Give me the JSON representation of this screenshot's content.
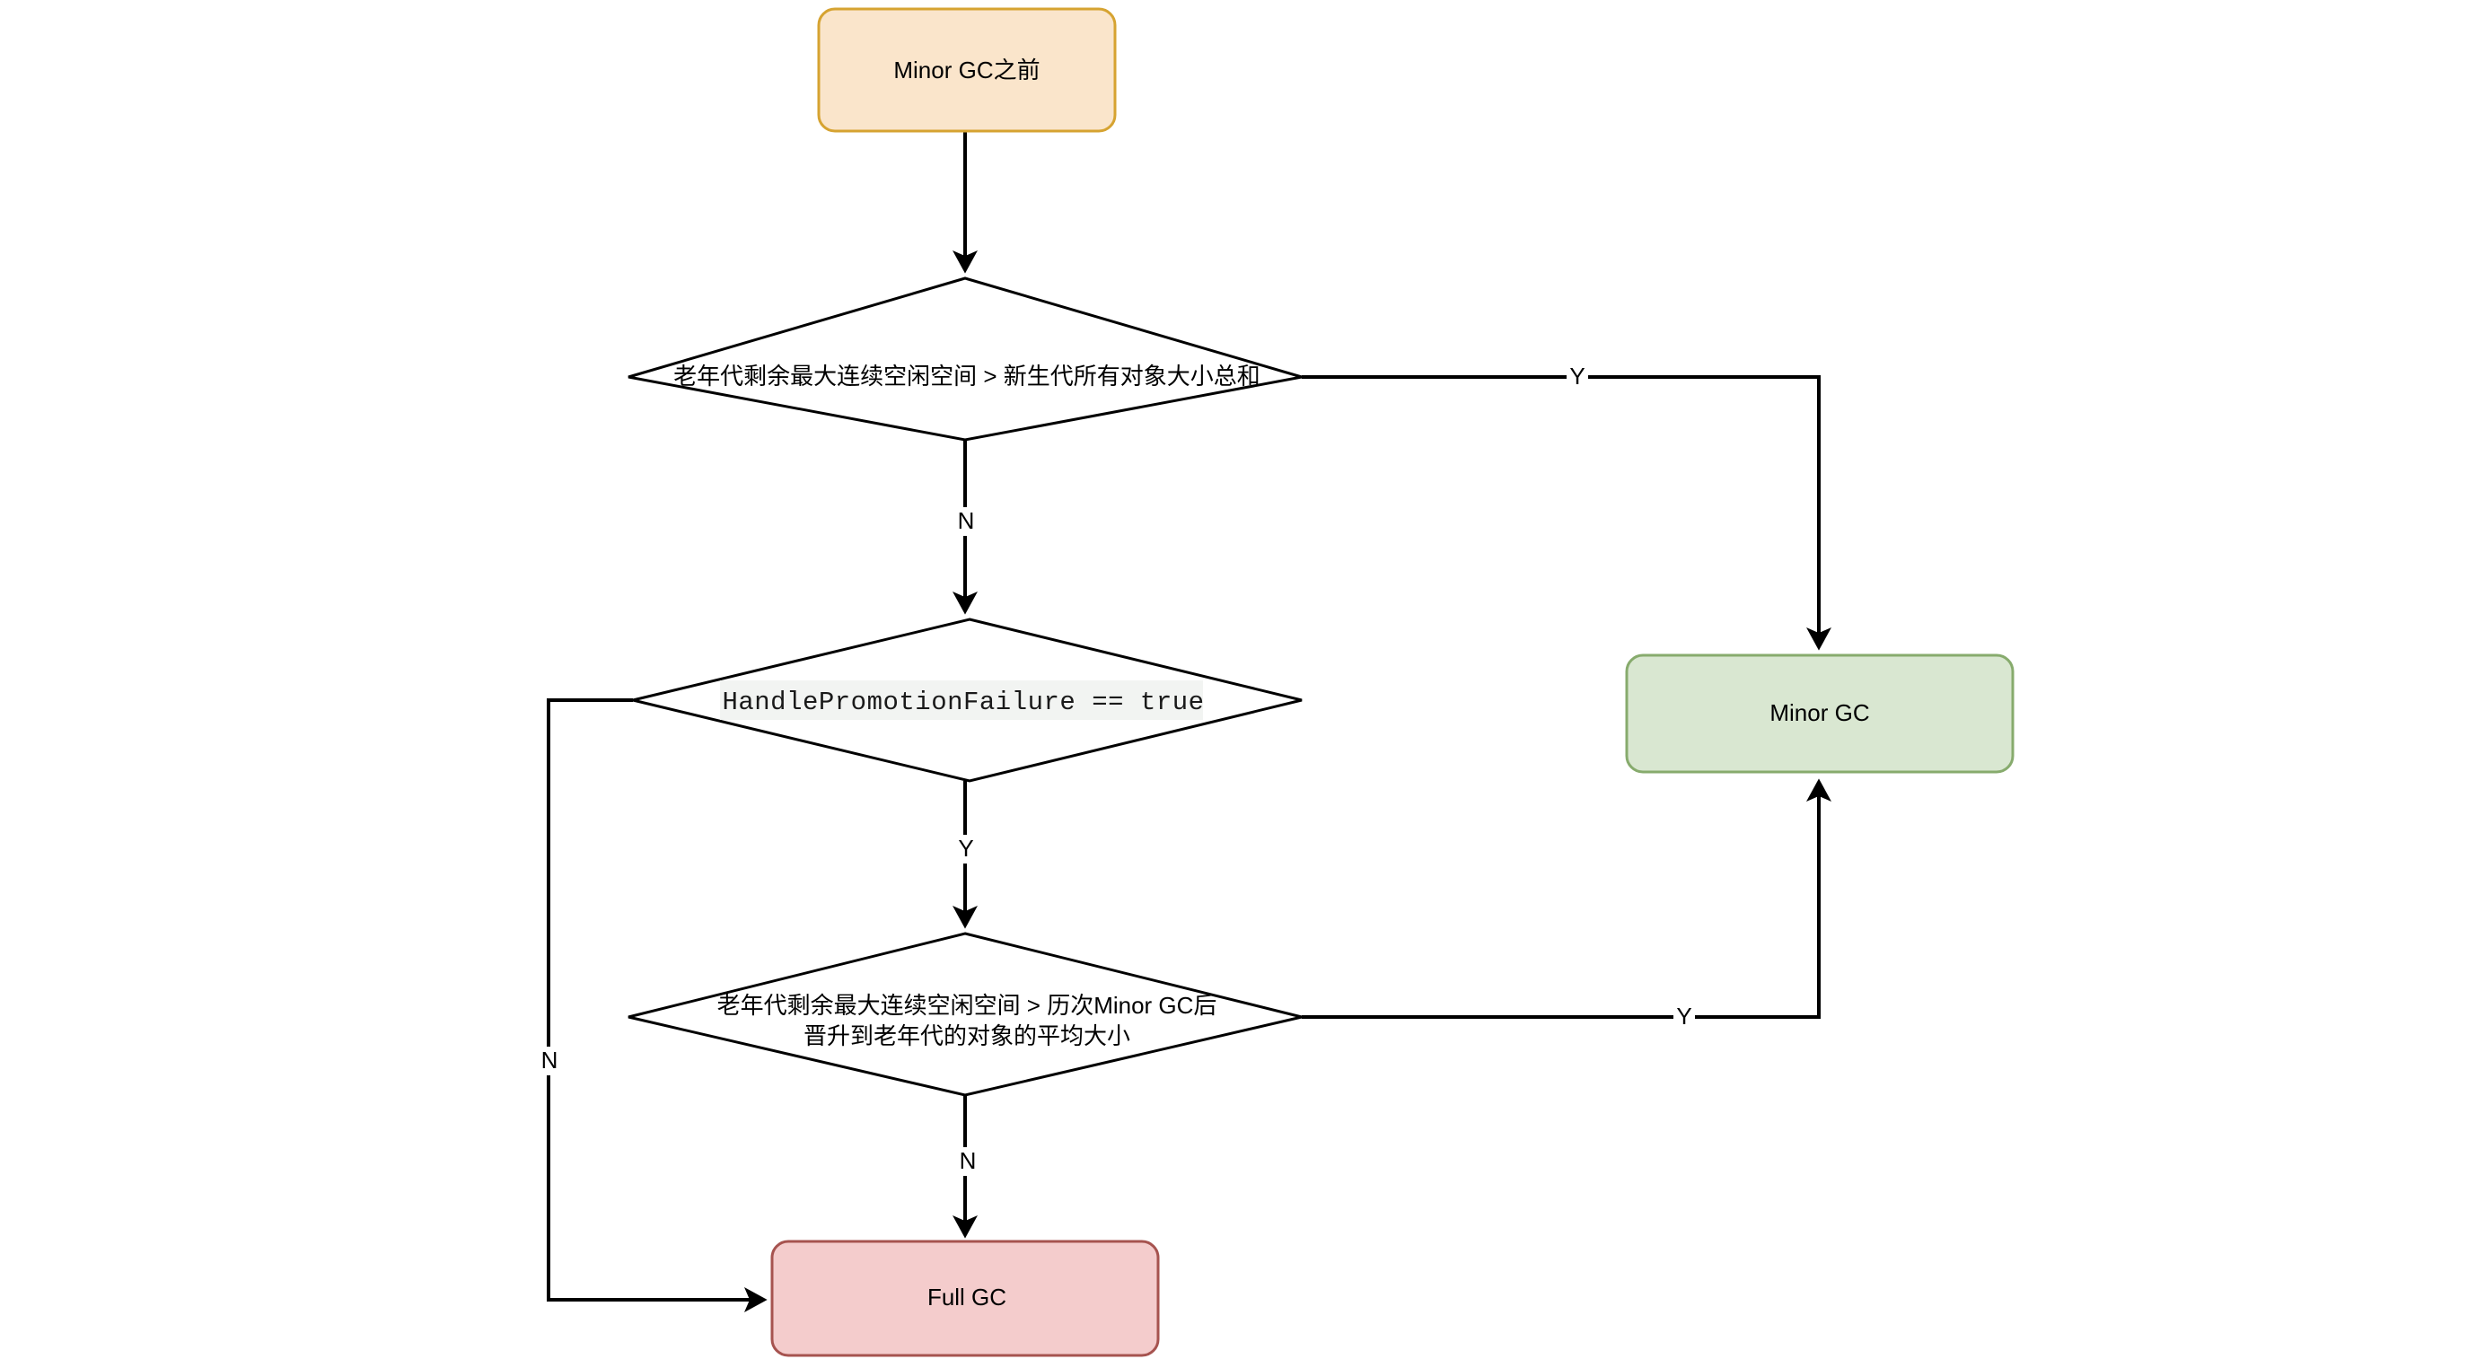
{
  "diagram": {
    "type": "flowchart",
    "title": "JVM Minor GC / Full GC decision flow",
    "background": "#ffffff",
    "colors": {
      "start_fill": "#fae5cb",
      "start_stroke": "#d6a331",
      "minor_gc_fill": "#d9e7d1",
      "minor_gc_stroke": "#87ab6d",
      "full_gc_fill": "#f4cccc",
      "full_gc_stroke": "#a6534f",
      "decision_fill": "#ffffff",
      "decision_stroke": "#000000",
      "edge_stroke": "#000000",
      "code_bg": "#f2f4f2"
    },
    "nodes": [
      {
        "id": "start",
        "shape": "rounded-rectangle",
        "label": "Minor GC之前"
      },
      {
        "id": "decision1",
        "shape": "diamond",
        "label": "老年代剩余最大连续空闲空间 > 新生代所有对象大小总和"
      },
      {
        "id": "decision2",
        "shape": "diamond",
        "label": "HandlePromotionFailure == true",
        "style": "code"
      },
      {
        "id": "decision3",
        "shape": "diamond",
        "label_line1": "老年代剩余最大连续空闲空间 > 历次Minor GC后",
        "label_line2": "晋升到老年代的对象的平均大小"
      },
      {
        "id": "minor_gc",
        "shape": "rounded-rectangle",
        "label": "Minor GC"
      },
      {
        "id": "full_gc",
        "shape": "rounded-rectangle",
        "label": "Full GC"
      }
    ],
    "edges": [
      {
        "id": "e1",
        "from": "start",
        "to": "decision1",
        "label": ""
      },
      {
        "id": "e2",
        "from": "decision1",
        "to": "minor_gc",
        "label": "Y"
      },
      {
        "id": "e3",
        "from": "decision1",
        "to": "decision2",
        "label": "N"
      },
      {
        "id": "e4",
        "from": "decision2",
        "to": "full_gc",
        "label": "N"
      },
      {
        "id": "e5",
        "from": "decision2",
        "to": "decision3",
        "label": "Y"
      },
      {
        "id": "e6",
        "from": "decision3",
        "to": "minor_gc",
        "label": "Y"
      },
      {
        "id": "e7",
        "from": "decision3",
        "to": "full_gc",
        "label": "N"
      }
    ]
  }
}
